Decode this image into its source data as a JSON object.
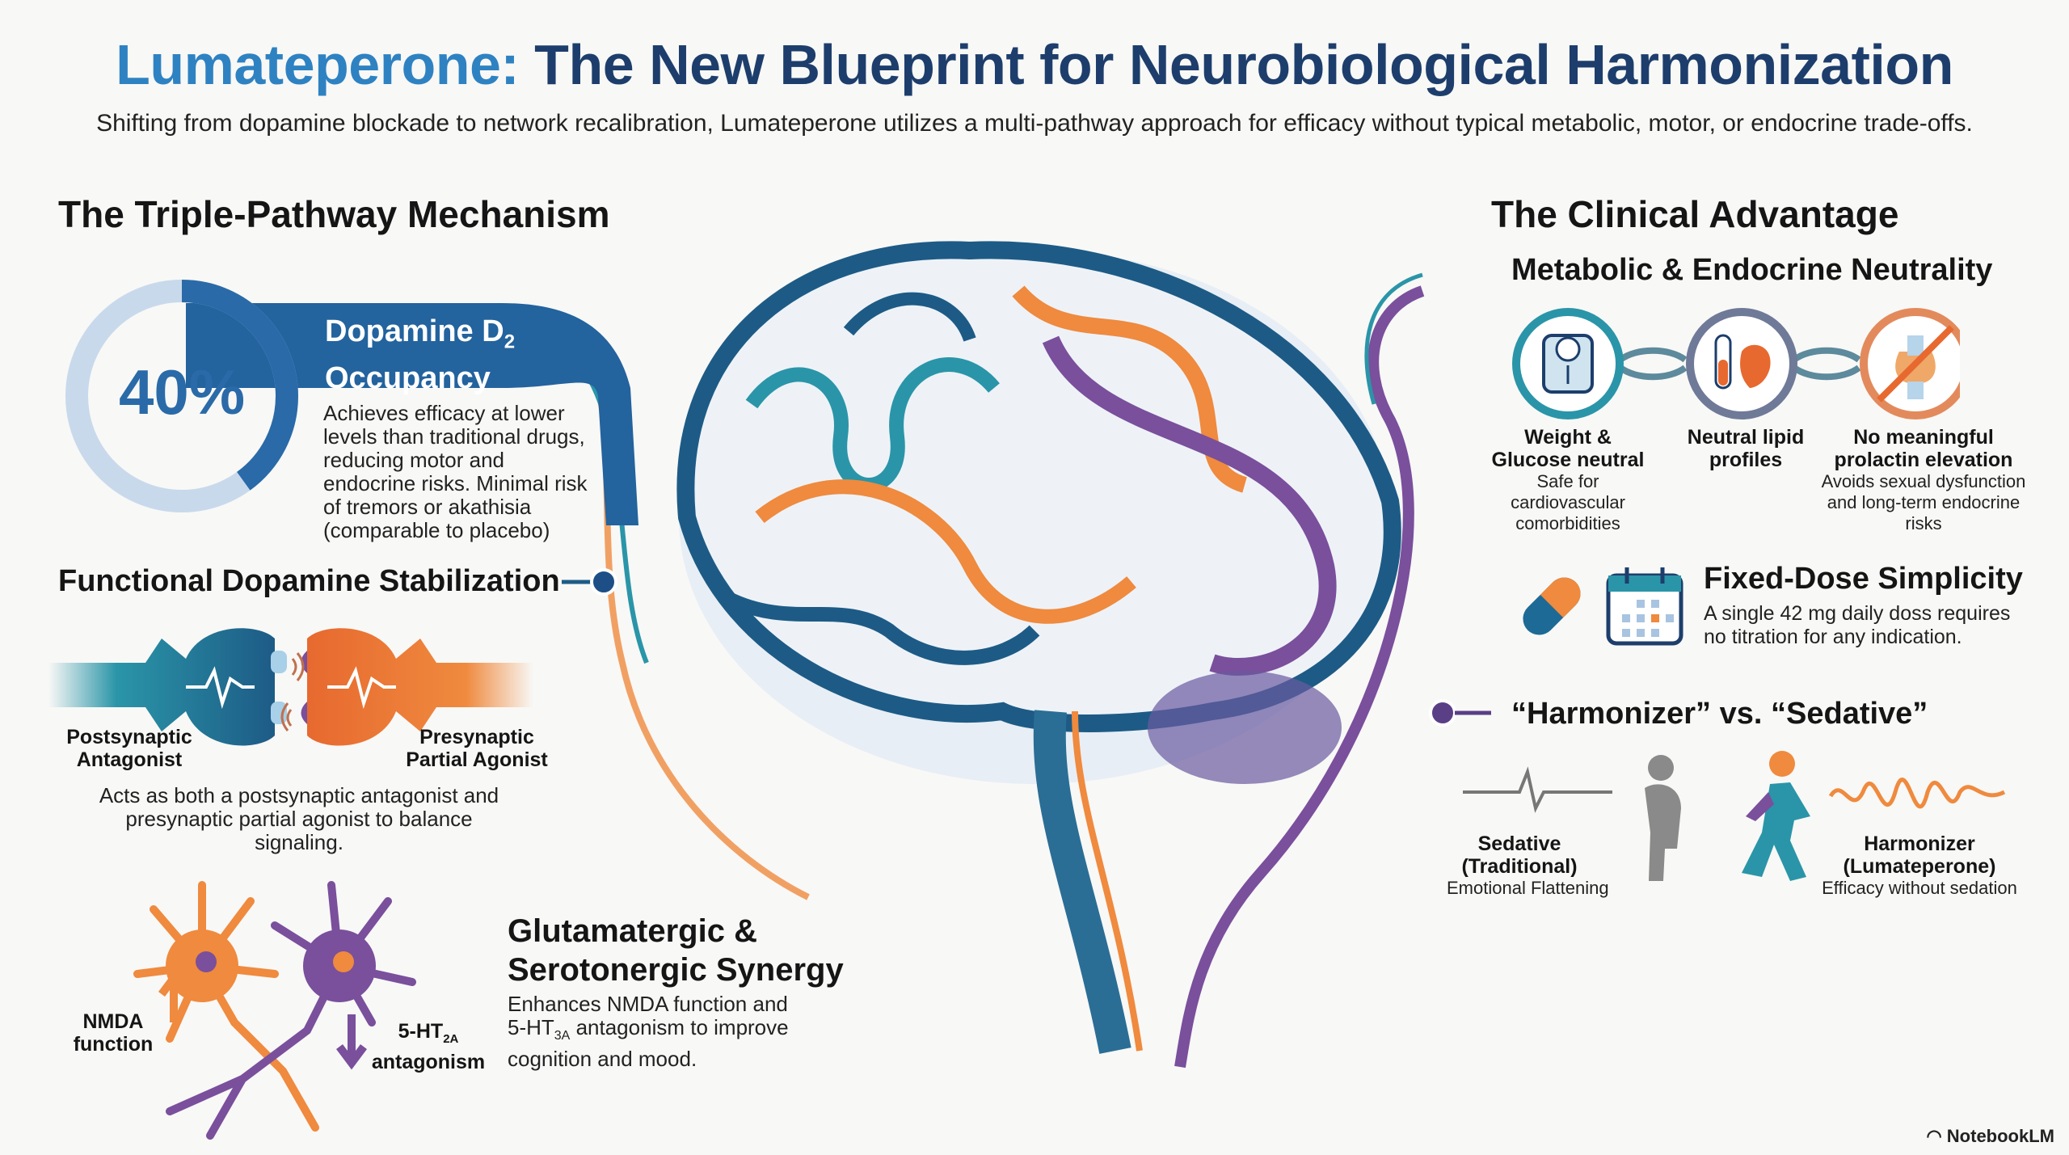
{
  "header": {
    "title_accent": "Lumateperone:",
    "title_rest": " The New Blueprint for Neurobiological Harmonization",
    "subtitle": "Shifting from dopamine blockade to network recalibration, Lumateperone utilizes a multi-pathway approach for efficacy without typical metabolic, motor, or endocrine trade-offs."
  },
  "left": {
    "heading": "The Triple-Pathway Mechanism",
    "occupancy": {
      "value_label": "40%",
      "value_percent": 40,
      "title_line1": "Dopamine D",
      "title_sub": "2",
      "title_line2": "Occupancy",
      "description": "Achieves efficacy at lower levels than traditional drugs, reducing motor and endocrine risks. Minimal risk of tremors or akathisia (comparable to placebo)"
    },
    "stabilization": {
      "title": "Functional Dopamine Stabilization",
      "left_label_1": "Postsynaptic",
      "left_label_2": "Antagonist",
      "right_label_1": "Presynaptic",
      "right_label_2": "Partial Agonist",
      "description": "Acts as both a postsynaptic antagonist and presynaptic partial agonist to balance signaling."
    },
    "synergy": {
      "title_1": "Glutamatergic &",
      "title_2": "Serotonergic Synergy",
      "desc_1": "Enhances NMDA function and",
      "desc_2a": "5-HT",
      "desc_2sub": "3A",
      "desc_2b": " antagonism to improve",
      "desc_3": "cognition and mood.",
      "nmda_1": "NMDA",
      "nmda_2": "function",
      "ht_1": "5-HT",
      "ht_sub": "2A",
      "ht_2": "antagonism"
    }
  },
  "right": {
    "heading": "The Clinical Advantage",
    "metabolic": {
      "title": "Metabolic & Endocrine Neutrality",
      "items": [
        {
          "title_1": "Weight &",
          "title_2": "Glucose neutral",
          "desc": "Safe for cardiovascular comorbidities"
        },
        {
          "title_1": "Neutral lipid",
          "title_2": "profiles",
          "desc": ""
        },
        {
          "title_1": "No meaningful",
          "title_2": "prolactin elevation",
          "desc": "Avoids sexual dysfunction and long-term endocrine risks"
        }
      ]
    },
    "dose": {
      "title": "Fixed-Dose Simplicity",
      "desc_1": "A single 42 mg daily doss requires",
      "desc_2": "no titration for any indication."
    },
    "harmonizer": {
      "title": "“Harmonizer” vs. “Sedative”",
      "sedative_1": "Sedative",
      "sedative_2": "(Traditional)",
      "sedative_desc": "Emotional Flattening",
      "harm_1": "Harmonizer",
      "harm_2": "(Lumateperone)",
      "harm_desc": "Efficacy without sedation"
    }
  },
  "footer": {
    "brand": "NotebookLM"
  },
  "colors": {
    "navy": "#1d3e6c",
    "blue": "#2e82c2",
    "teal": "#2a95a8",
    "orange": "#ef8a3e",
    "purple": "#7a4f9c"
  }
}
